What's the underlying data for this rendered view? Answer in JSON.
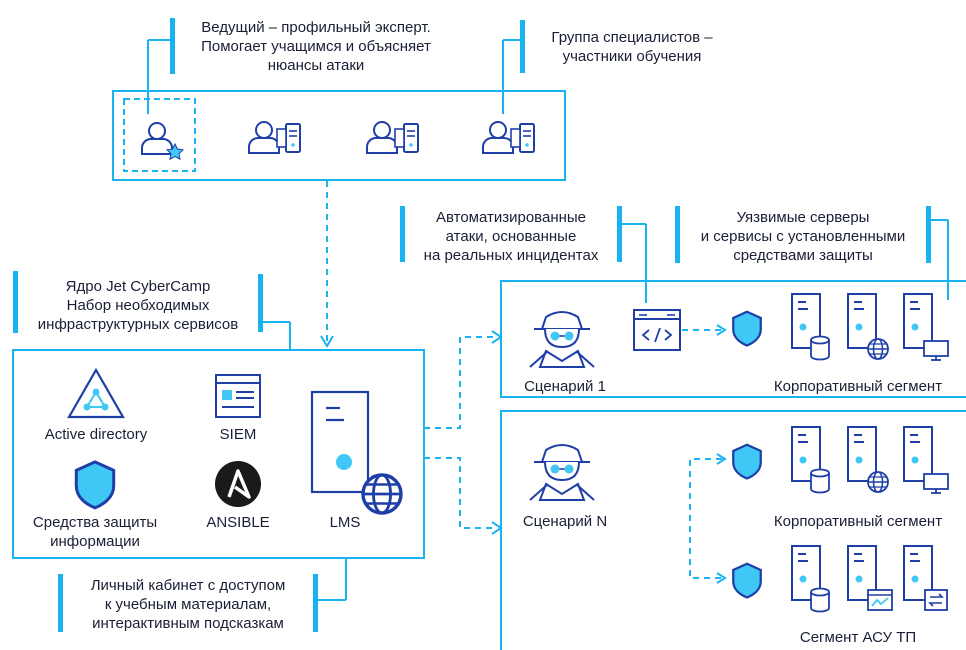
{
  "colors": {
    "accent": "#19b4f0",
    "icon_stroke": "#1f3fa8",
    "fill": "#3fc8f5",
    "text": "#1a1f36"
  },
  "callouts": {
    "leader": [
      "Ведущий – профильный эксперт.",
      "Помогает учащимся и объясняет",
      "нюансы атаки"
    ],
    "group": [
      "Группа специалистов –",
      "участники обучения"
    ],
    "core": [
      "Ядро Jet CyberCamp",
      "Набор необходимых",
      "инфраструктурных сервисов"
    ],
    "attacks": [
      "Автоматизированные",
      "атаки, основанные",
      "на реальных инцидентах"
    ],
    "servers": [
      "Уязвимые серверы",
      "и сервисы с установленными",
      "средствами защиты"
    ],
    "cabinet": [
      "Личный кабинет с доступом",
      "к учебным материалам,",
      "интерактивным подсказкам"
    ]
  },
  "core_services": {
    "ad": "Active directory",
    "siem": "SIEM",
    "protection": [
      "Средства защиты",
      "информации"
    ],
    "ansible": "ANSIBLE",
    "lms": "LMS"
  },
  "scenarios": {
    "s1": {
      "name": "Сценарий 1",
      "segment": "Корпоративный сегмент"
    },
    "sN": {
      "name": "Сценарий N",
      "segment_corp": "Корпоративный сегмент",
      "segment_ics": "Сегмент АСУ ТП"
    }
  },
  "icons": [
    "leader-user-star-icon",
    "user-workstation-icon",
    "active-directory-icon",
    "siem-icon",
    "shield-icon",
    "ansible-icon",
    "server-globe-icon",
    "hacker-icon",
    "code-window-icon",
    "server-database-icon",
    "server-monitor-icon",
    "server-chart-icon",
    "server-transfer-icon"
  ]
}
